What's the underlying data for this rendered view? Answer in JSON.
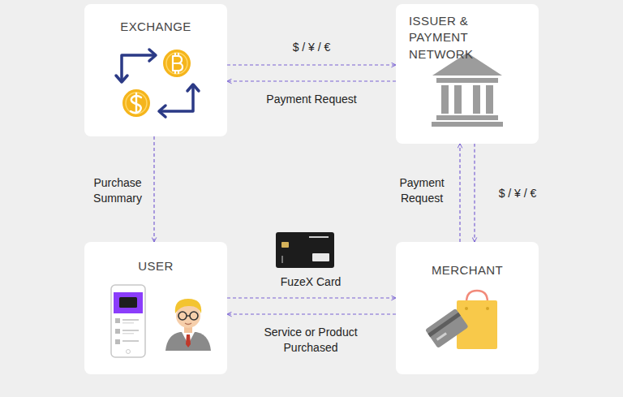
{
  "diagram": {
    "nodes": [
      {
        "text": [
          "EXCHANGE"
        ]
      },
      {
        "text": [
          "ISSUER & PAYMENT NETWORK"
        ]
      },
      {
        "text": [
          "USER"
        ]
      },
      {
        "text": [
          "MERCHANT"
        ]
      }
    ],
    "edges": [
      {
        "from": 0,
        "to": 1,
        "arrow": "to",
        "label": "$ / ¥ / €"
      },
      {
        "from": 1,
        "to": 0,
        "arrow": "to",
        "label": "Payment Request"
      },
      {
        "from": 0,
        "to": 2,
        "arrow": "to",
        "label": "Purchase Summary"
      },
      {
        "from": 3,
        "to": 1,
        "arrow": "to",
        "label": "Payment Request"
      },
      {
        "from": 1,
        "to": 3,
        "arrow": "to",
        "label": "$ / ¥ / €"
      },
      {
        "from": 2,
        "to": 3,
        "arrow": "to",
        "label": "FuzeX Card"
      },
      {
        "from": 3,
        "to": 2,
        "arrow": "to",
        "label": "Service or Product Purchased"
      }
    ]
  }
}
